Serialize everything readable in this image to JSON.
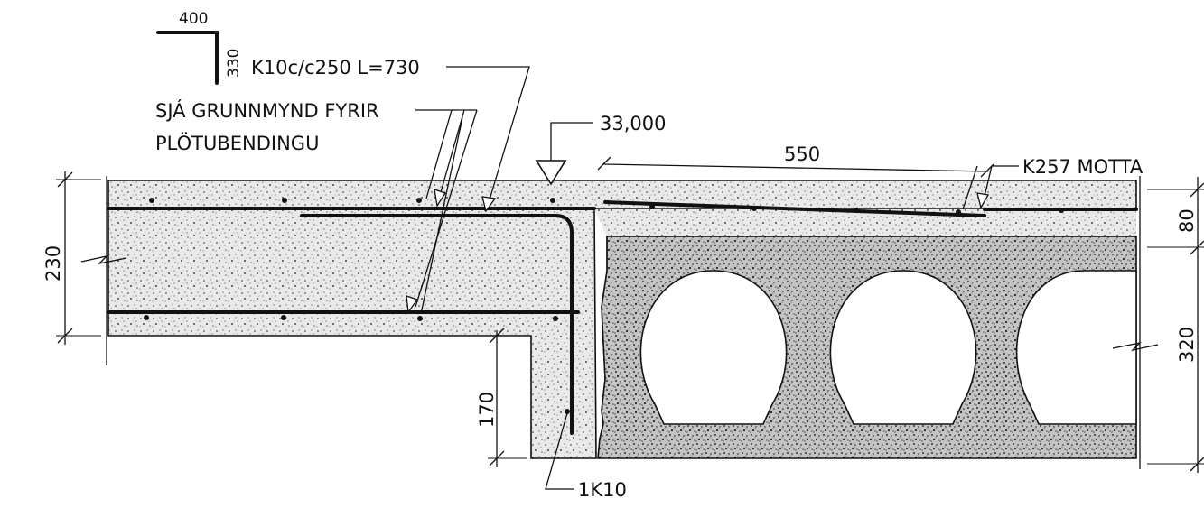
{
  "colors": {
    "ink": "#111111",
    "concrete_light": "#e6e6e6",
    "concrete_dark": "#bdbdbd",
    "void": "#ffffff"
  },
  "labels": {
    "bend_width": "400",
    "bend_height": "330",
    "rebar_k10": "K10c/c250 L=730",
    "see_plan_line1": "SJÁ GRUNNMYND FYRIR",
    "see_plan_line2": "PLÖTUBENDINGU",
    "level": "33,000",
    "dim_550": "550",
    "mesh": "K257 MOTTA",
    "dim_230": "230",
    "dim_170": "170",
    "dim_80": "80",
    "dim_320": "320",
    "bar_1k10": "1K10"
  }
}
